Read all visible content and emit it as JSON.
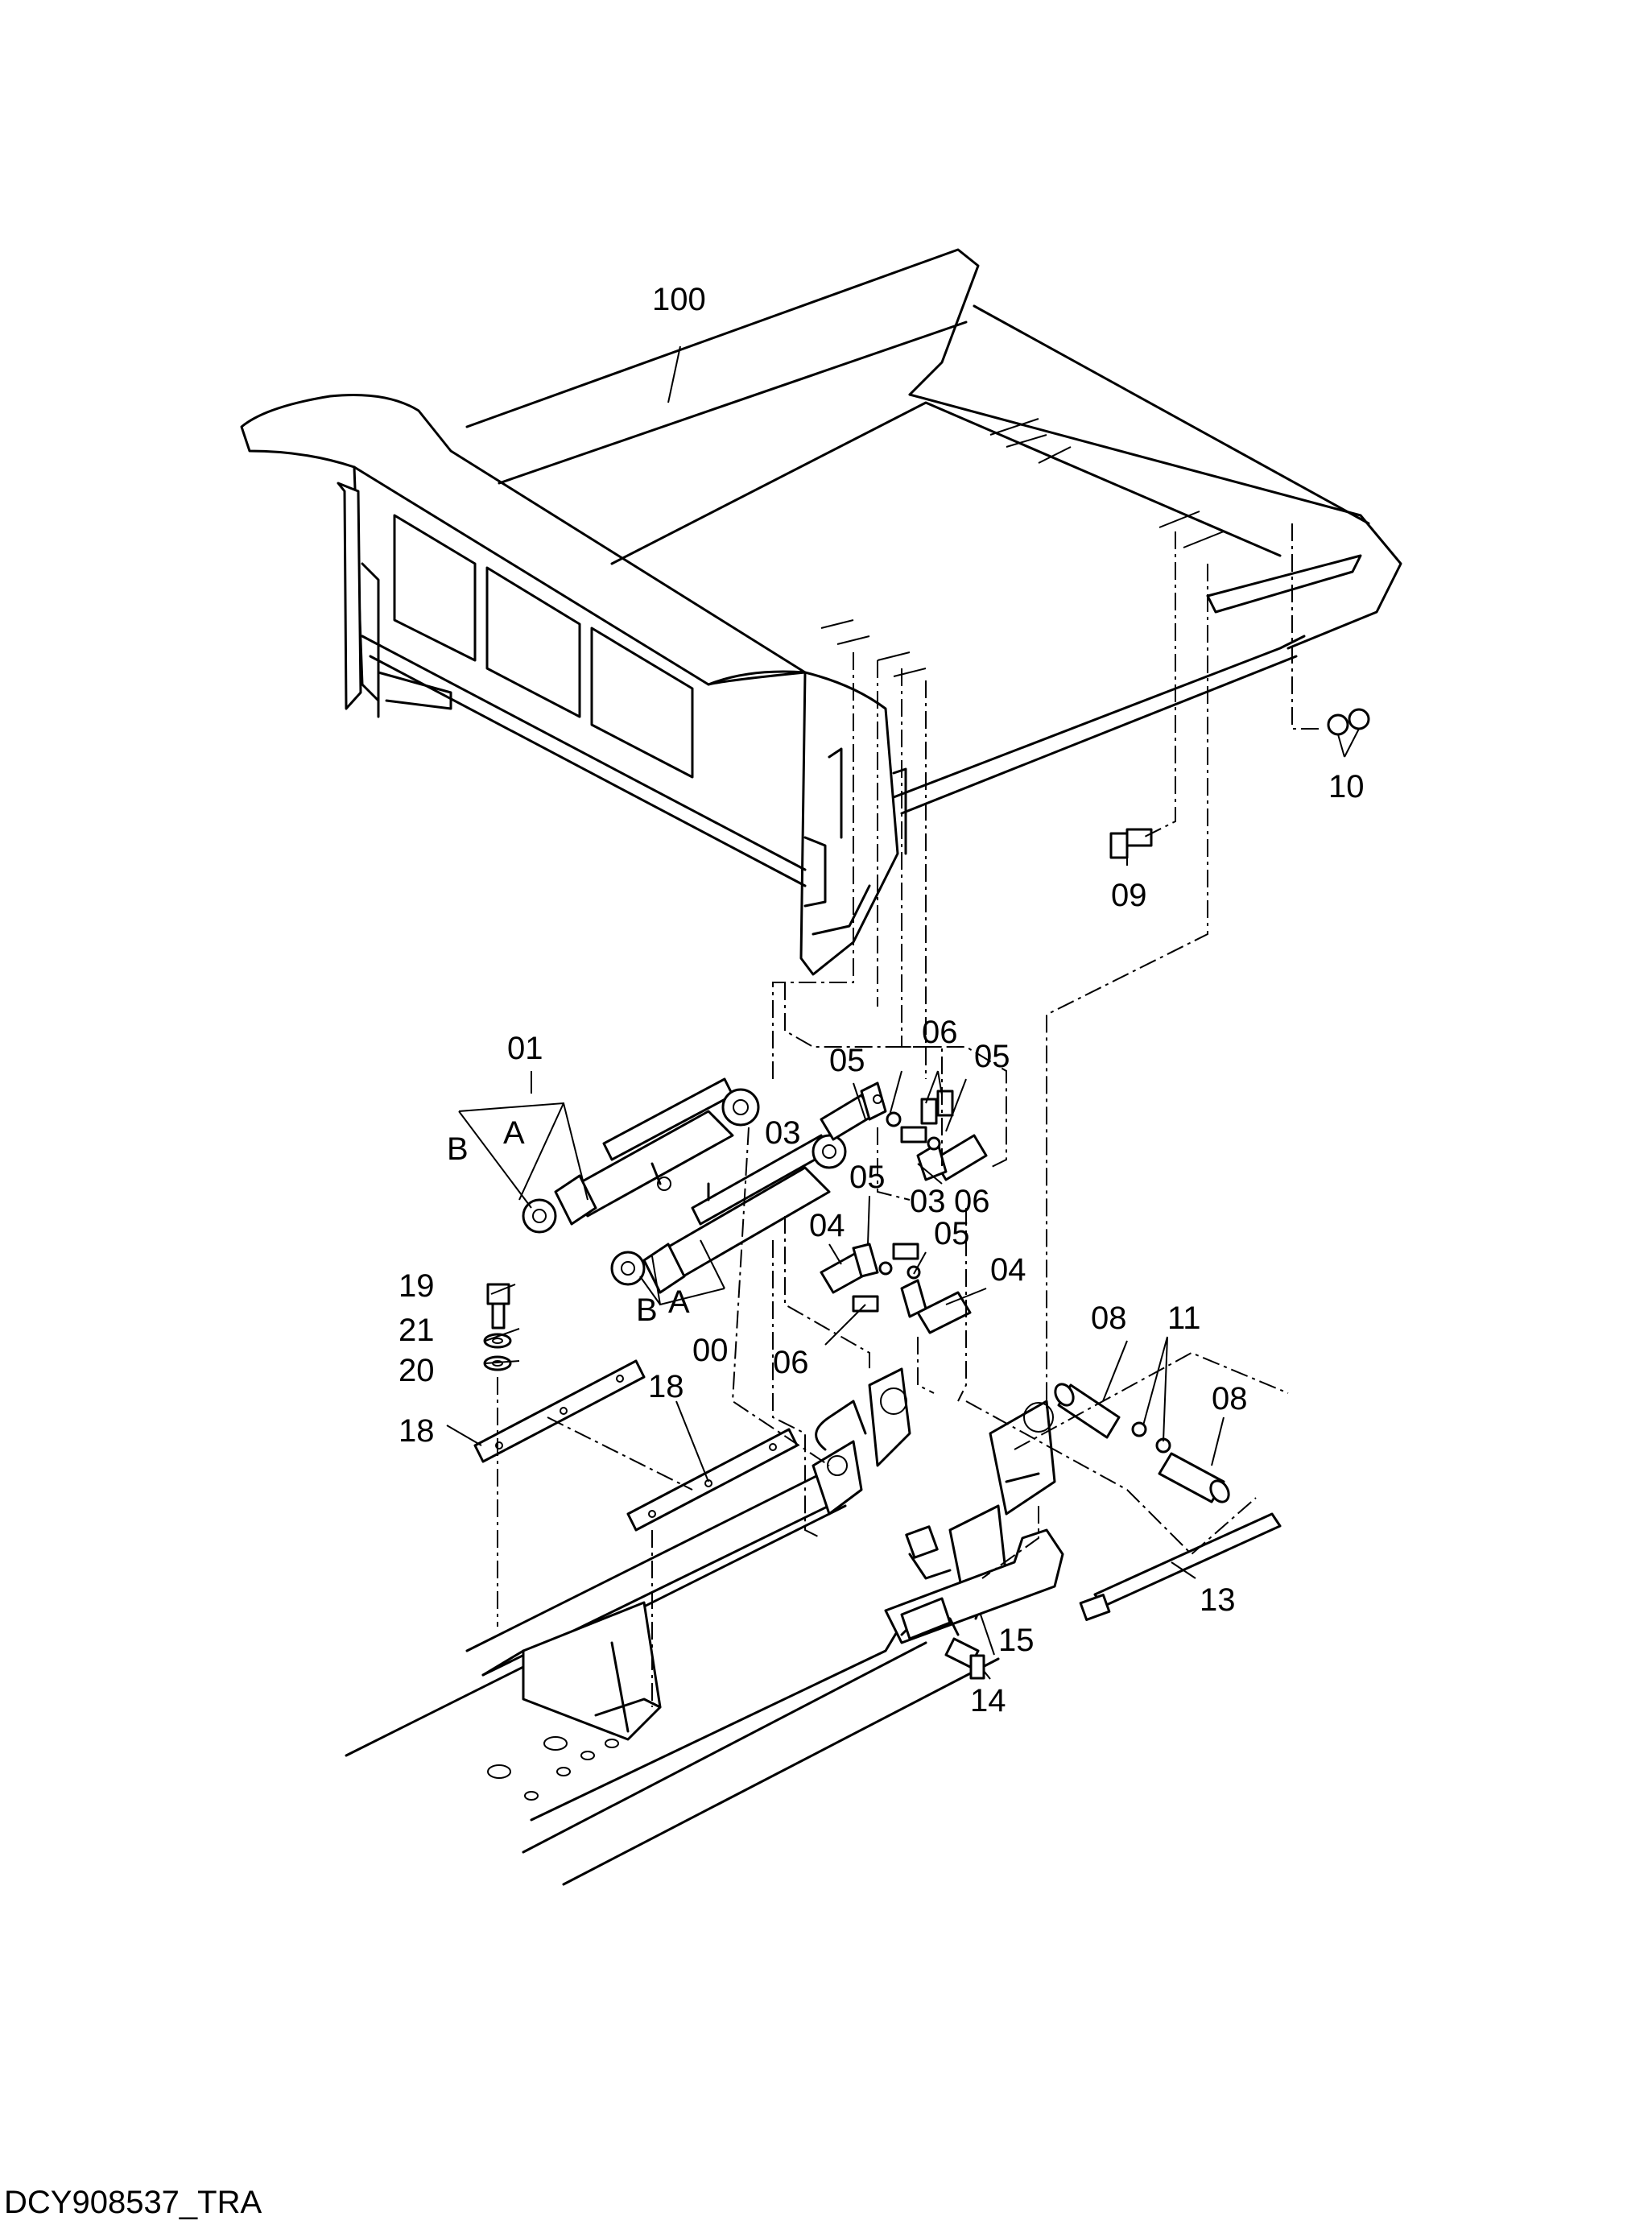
{
  "callouts": {
    "p100": "100",
    "p10": "10",
    "p09": "09",
    "p01": "01",
    "pA1": "A",
    "pB1": "B",
    "p05a": "05",
    "p06a": "06",
    "p05b": "05",
    "p03a": "03",
    "p05c": "05",
    "p03b": "03",
    "p06b": "06",
    "p04a": "04",
    "p05d": "05",
    "p04b": "04",
    "p19": "19",
    "p21": "21",
    "p20": "20",
    "pB2": "B",
    "pA2": "A",
    "p00": "00",
    "p06c": "06",
    "p08a": "08",
    "p11": "11",
    "p08b": "08",
    "p18a": "18",
    "p18b": "18",
    "p15": "15",
    "p14": "14",
    "p13": "13"
  },
  "document_code": "DCY908537_TRA"
}
